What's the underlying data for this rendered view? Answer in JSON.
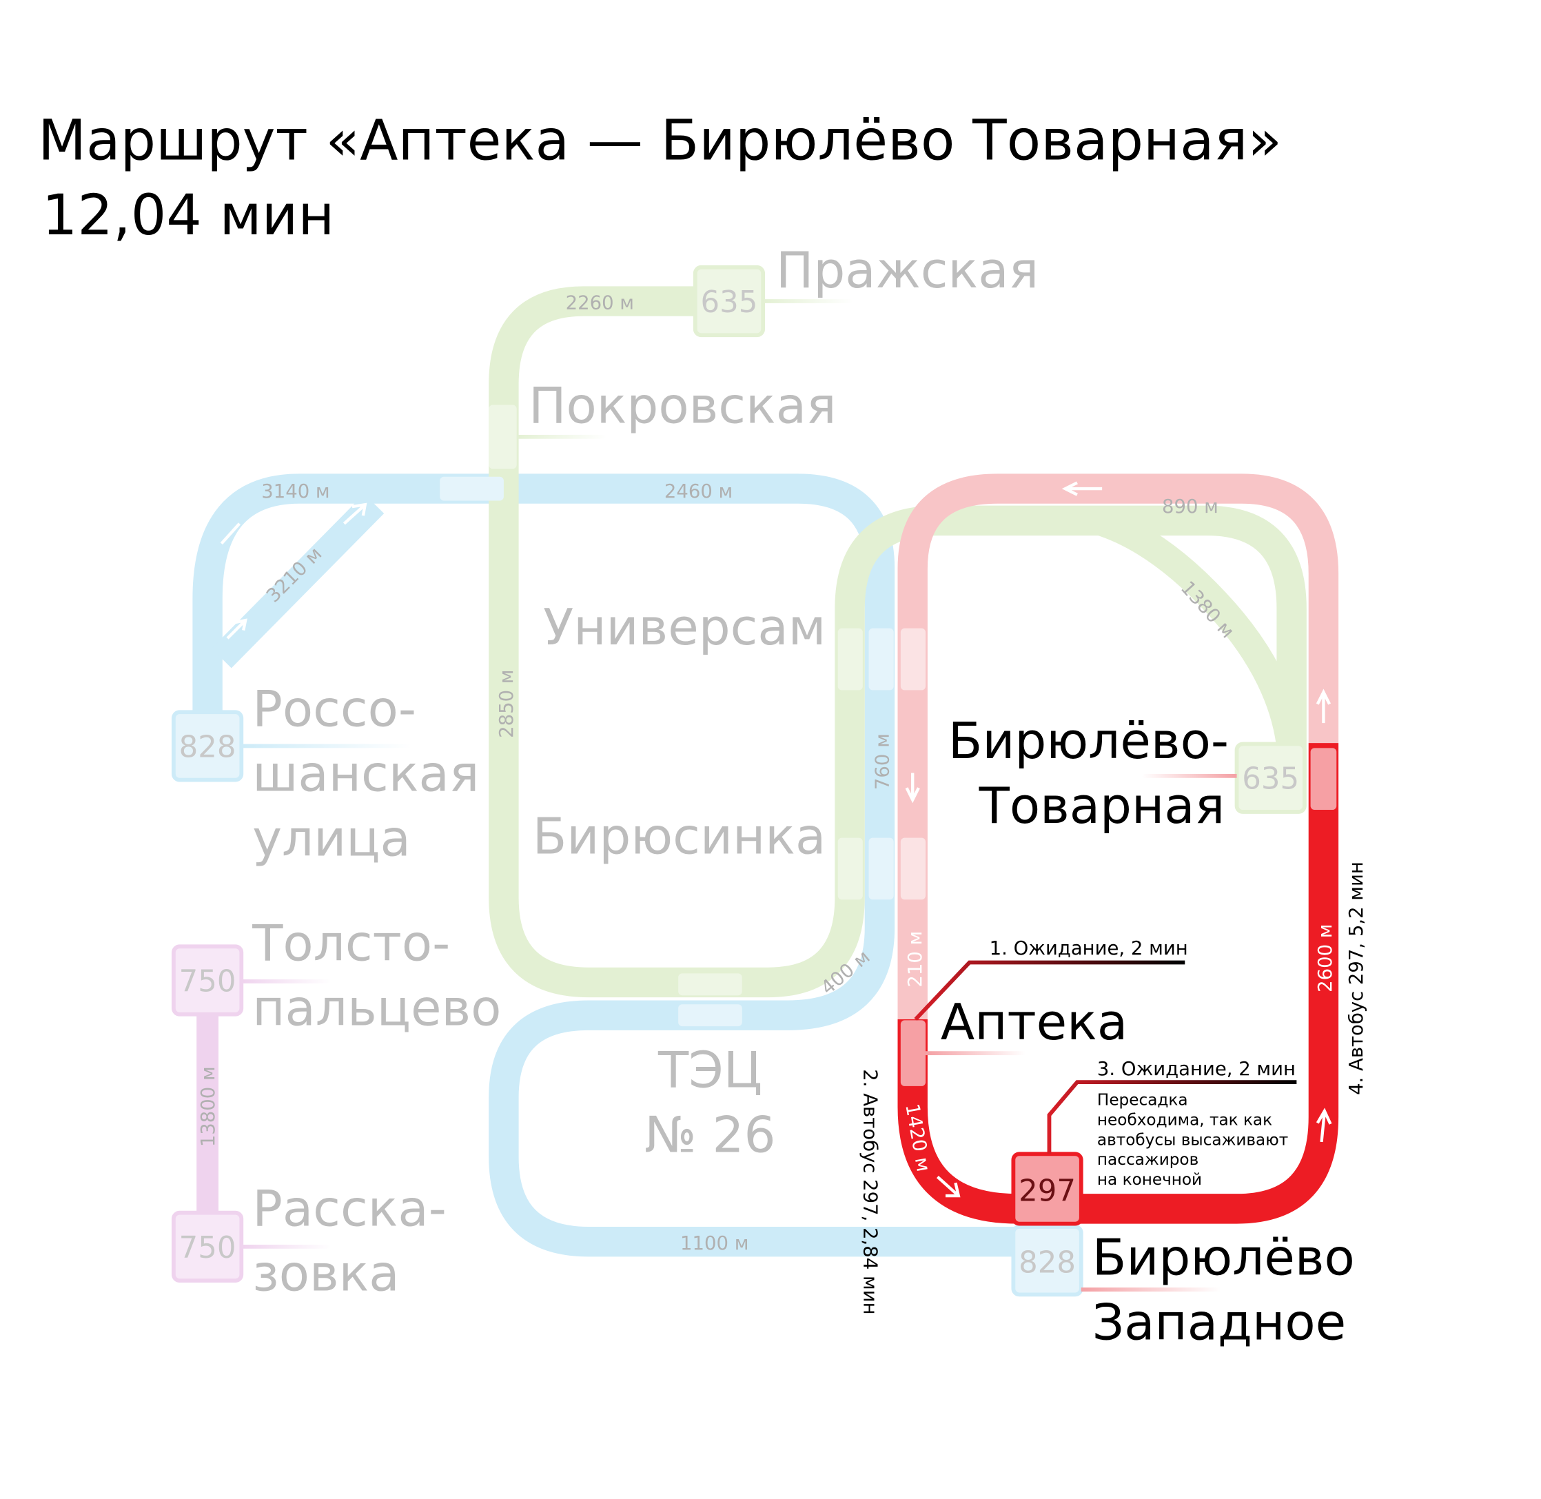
{
  "title": "Маршрут «Аптека — Бирюлёво Товарная»",
  "duration": "12,04 мин",
  "colors": {
    "blue_line": "#cdebf8",
    "green_line": "#e3f0d3",
    "red_inactive": "#f8c5c7",
    "red_active": "#ed1c24",
    "purple_line": "#efd3ee",
    "label_grey": "#bdbdbd"
  },
  "stations": {
    "prazhskaya": {
      "name": "Пражская",
      "route": "635"
    },
    "pokrovskaya": {
      "name": "Покровская"
    },
    "universam": {
      "name": "Универсам"
    },
    "rossoshanskaya": {
      "line1": "Россо-",
      "line2": "шанская",
      "line3": "улица",
      "route": "828"
    },
    "biryusinka": {
      "name": "Бирюсинка"
    },
    "tolstopaltsevo": {
      "line1": "Толсто-",
      "line2": "пальцево",
      "route": "750"
    },
    "rasskazovka": {
      "line1": "Расска-",
      "line2": "зовка",
      "route": "750"
    },
    "tec26": {
      "line1": "ТЭЦ",
      "line2": "№ 26"
    },
    "apteka": {
      "name": "Аптека"
    },
    "biryulevo_tovarnaya": {
      "line1": "Бирюлёво-",
      "line2": "Товарная",
      "route": "635"
    },
    "biryulevo_zapadnoe": {
      "line1": "Бирюлёво",
      "line2": "Западное",
      "route_297": "297",
      "route_828": "828"
    }
  },
  "distances": {
    "d2260": "2260 м",
    "d3140": "3140 м",
    "d3210": "3210 м",
    "d2460": "2460 м",
    "d2850": "2850 м",
    "d760": "760 м",
    "d210": "210 м",
    "d400": "400 м",
    "d1100": "1100 м",
    "d13800": "13800 м",
    "d890": "890 м",
    "d1380": "1380 м",
    "d1420": "1420 м",
    "d2600": "2600 м"
  },
  "steps": {
    "step1": "1. Ожидание, 2 мин",
    "step2": "2. Автобус 297, 2,84 мин",
    "step3": "3. Ожидание, 2 мин",
    "step3_note": [
      "Пересадка",
      "необходима, так как",
      "автобусы высаживают",
      "пассажиров",
      "на конечной"
    ],
    "step4": "4. Автобус 297, 5,2 мин"
  }
}
